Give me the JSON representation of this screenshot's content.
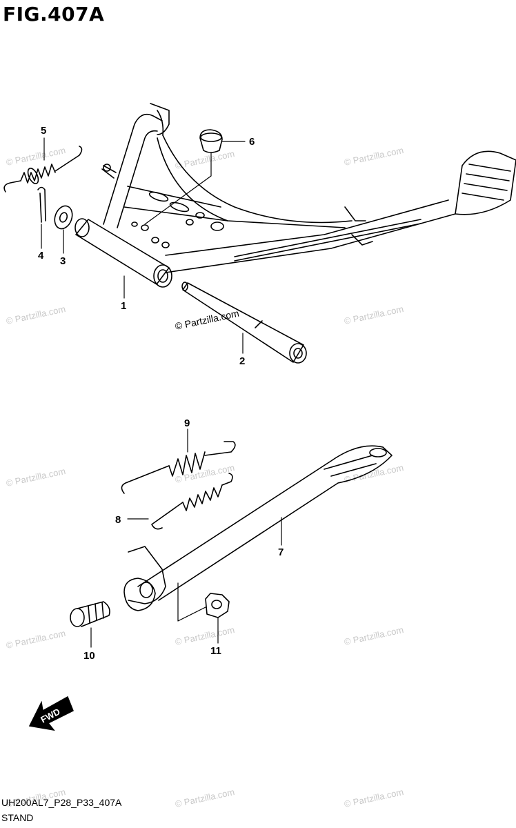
{
  "figure_title": "FIG.407A",
  "callouts": [
    "1",
    "2",
    "3",
    "4",
    "5",
    "6",
    "7",
    "8",
    "9",
    "10",
    "11"
  ],
  "watermark": "© Partzilla.com",
  "fwd_label": "FWD",
  "footer": {
    "code": "UH200AL7_P28_P33_407A",
    "name": "STAND"
  }
}
